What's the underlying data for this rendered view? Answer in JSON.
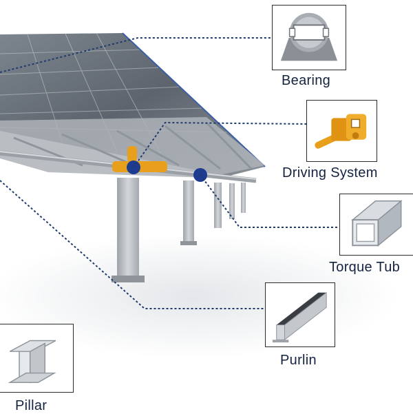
{
  "diagram": {
    "components": [
      {
        "id": "bearing",
        "label": "Bearing"
      },
      {
        "id": "driving-system",
        "label": "Driving System"
      },
      {
        "id": "torque-tube",
        "label": "Torque Tub"
      },
      {
        "id": "purlin",
        "label": "Purlin"
      },
      {
        "id": "pillar",
        "label": "Pillar"
      }
    ]
  },
  "colors": {
    "leader_line": "#1f3a6e",
    "marker_dot": "#1d3c8f",
    "drive_motor": "#e8a01c",
    "label_text": "#15233f",
    "steel": "#b9bdc3",
    "panel": "#5f6670"
  },
  "icons": [
    "bearing-icon",
    "driving-system-icon",
    "torque-tube-icon",
    "purlin-icon",
    "pillar-icon"
  ]
}
